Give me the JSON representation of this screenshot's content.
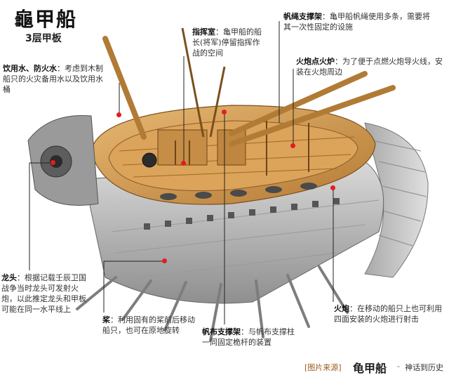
{
  "header": {
    "title": "龜甲船",
    "subtitle": "3层甲板"
  },
  "annotations": {
    "water": {
      "label": "饮用水、防火水",
      "text": "：考虑到木制船只的火灾备用水以及饮用水桶"
    },
    "command": {
      "label": "指挥室",
      "text": "：亀甲船的船长(将军)停留指挥作战的空间"
    },
    "rigging": {
      "label": "帆绳支撑架",
      "text": "：亀甲船帆绳使用多条，需要将其一次性固定的设施"
    },
    "fuse": {
      "label": "火炮点火炉",
      "text": "：为了便于点燃火炮导火线，安装在火炮周边"
    },
    "dragon": {
      "label": "龙头",
      "text": "：根据记载壬辰卫国战争当时龙头可发射火炮，以此推定龙头和甲板可能在同一水平线上"
    },
    "oar": {
      "label": "桨",
      "text": "：利用固有的桨前后移动船只，也可在原地旋转"
    },
    "cannon": {
      "label": "火炮",
      "text": "：在移动的船只上也可利用四面安装的火炮进行射击"
    },
    "mast": {
      "label": "帆布支撑架",
      "text": "：与帆布支撑柱一同固定桅杆的装置"
    }
  },
  "footer": {
    "source": "[图片来源]",
    "name": "龟甲船",
    "dash": "-",
    "sub": "神话到历史"
  },
  "colors": {
    "accent_dot": "#e31d1d",
    "hull_gray": "#b9b9b9",
    "wood": "#c8924a"
  }
}
